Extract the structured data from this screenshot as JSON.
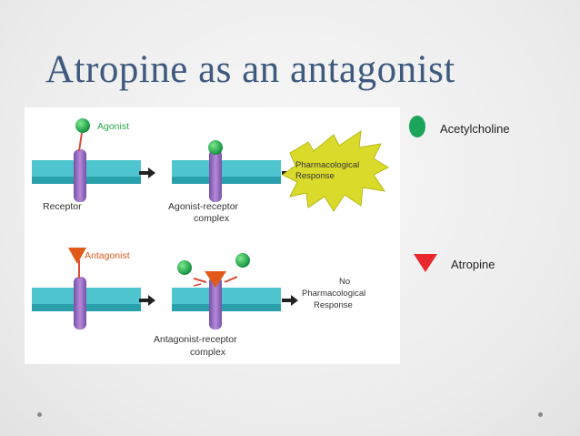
{
  "title": "Atropine as an antagonist",
  "figure": {
    "agonist_label": "Agonist",
    "antagonist_label": "Antagonist",
    "receptor_label": "Receptor",
    "agonist_complex_line1": "Agonist-receptor",
    "agonist_complex_line2": "complex",
    "antagonist_complex_line1": "Antagonist-receptor",
    "antagonist_complex_line2": "complex",
    "response_line1": "Pharmacological",
    "response_line2": "Response",
    "no_response_line1": "No",
    "no_response_line2": "Pharmacological",
    "no_response_line3": "Response"
  },
  "legend": {
    "acetylcholine": "Acetylcholine",
    "atropine": "Atropine"
  },
  "colors": {
    "title": "#3f5a7e",
    "membrane": "#4fc6cf",
    "receptor": "#9a6fc4",
    "agonist": "#12a84a",
    "antagonist": "#e15a1a",
    "starburst": "#dada2a",
    "legend_acetylcholine": "#1aa55a",
    "legend_atropine": "#e8282c"
  }
}
